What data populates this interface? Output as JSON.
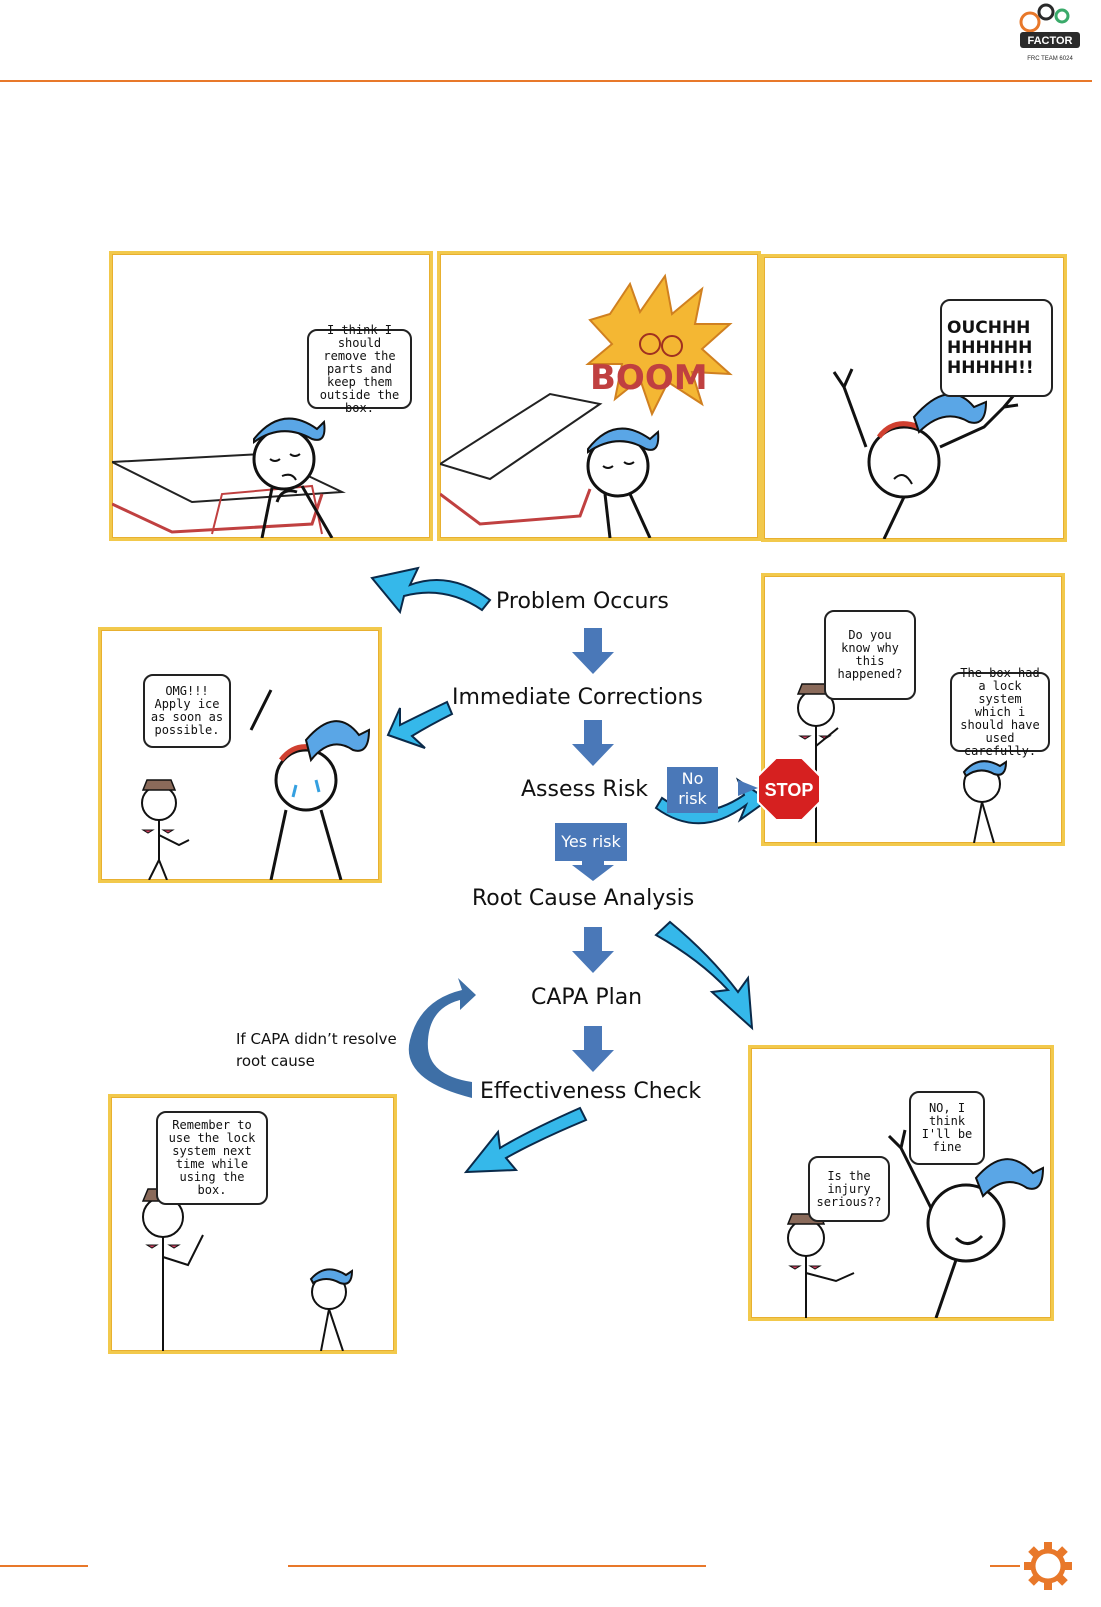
{
  "logo": {
    "label": "FACTOR",
    "sub": "FRC TEAM 6024"
  },
  "panels": {
    "p1": {
      "bubble": "I think I should remove the parts and keep them outside the box."
    },
    "p2": {
      "sfx": "BOOM"
    },
    "p3": {
      "bubble": "OUCHHH HHHHHH HHHHH!!"
    },
    "p4": {
      "bubble": "OMG!!! Apply ice as soon as possible."
    },
    "p5": {
      "bubble1": "Do you know why this happened?",
      "bubble2": "The box had a lock system which i should have used carefully."
    },
    "p6": {
      "bubble1": "Is the injury serious??",
      "bubble2": "NO, I think I'll be fine"
    },
    "p7": {
      "bubble": "Remember to use the lock system next time while using the box."
    }
  },
  "flow": {
    "steps": [
      "Problem Occurs",
      "Immediate Corrections",
      "Assess Risk",
      "Root Cause Analysis",
      "CAPA Plan",
      "Effectiveness Check"
    ],
    "no_risk": "No risk",
    "yes_risk": "Yes risk",
    "stop": "STOP",
    "loop_note": "If CAPA didn’t resolve root cause"
  },
  "colors": {
    "accent": "#e8782a",
    "panel_border": "#f2c94c",
    "flow_blue": "#4a78b8",
    "comic_arrow": "#35b8ea",
    "cap": "#5aa6e6"
  }
}
